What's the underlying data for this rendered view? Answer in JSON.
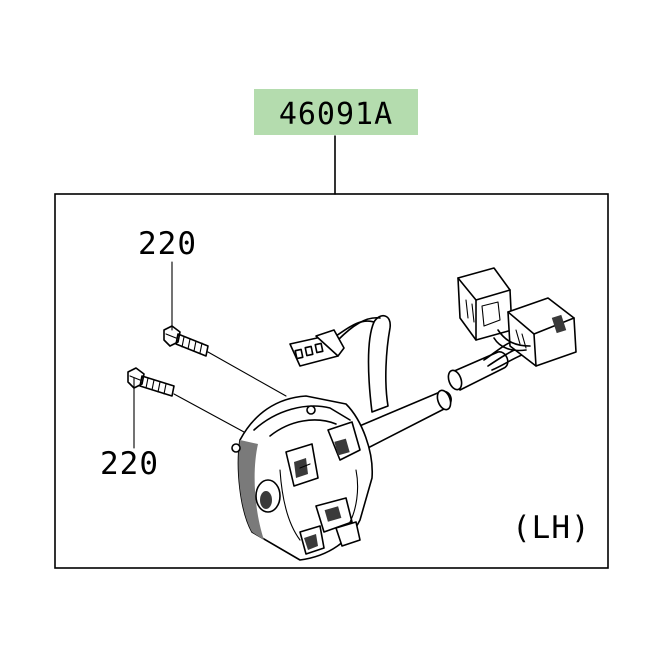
{
  "diagram": {
    "assembly_part_number": "46091A",
    "assembly_label_color": "#b4dcae",
    "side_label": "(LH)",
    "callouts": [
      {
        "ref": "220",
        "target": "upper-screw"
      },
      {
        "ref": "220",
        "target": "lower-screw"
      }
    ],
    "icons": [
      "switch-housing-icon",
      "wiring-harness-icon",
      "connector-icon",
      "screw-icon",
      "handlebar-icon"
    ]
  }
}
